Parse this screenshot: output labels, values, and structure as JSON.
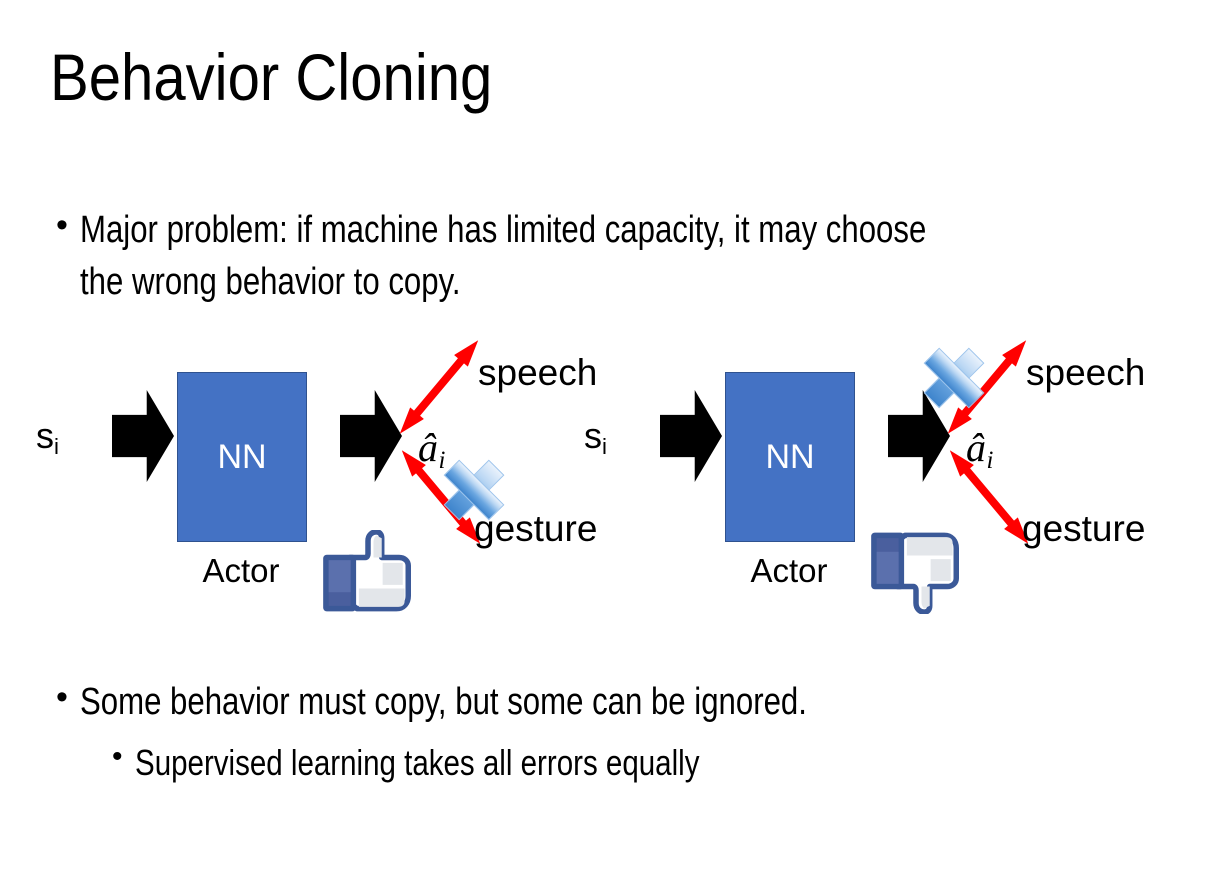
{
  "slide": {
    "title": "Behavior Cloning",
    "background_color": "#FFFFFF",
    "text_color": "#000000"
  },
  "bullets": {
    "top": {
      "marker": "•",
      "text": "Major problem: if machine has limited capacity, it may choose the wrong behavior to copy."
    },
    "bottom_level1": {
      "marker": "•",
      "text": "Some behavior must copy, but some can be ignored."
    },
    "bottom_level2": {
      "marker": "•",
      "text": "Supervised learning takes all errors equally"
    }
  },
  "diagrams": [
    {
      "id": "left",
      "caption_meaning": "correct-copy",
      "state_label": "s",
      "state_subscript": "i",
      "network_label": "NN",
      "network_color": "#4472C4",
      "network_caption": "Actor",
      "action_label": "â",
      "action_subscript": "i",
      "branches": [
        {
          "name": "speech",
          "label": "speech",
          "arrow_color": "#FF0000",
          "crossed_out": false
        },
        {
          "name": "gesture",
          "label": "gesture",
          "arrow_color": "#FF0000",
          "crossed_out": true
        }
      ],
      "feedback": "thumbs-up",
      "cross_color": "#6AA6E0"
    },
    {
      "id": "right",
      "caption_meaning": "wrong-copy",
      "state_label": "s",
      "state_subscript": "i",
      "network_label": "NN",
      "network_color": "#4472C4",
      "network_caption": "Actor",
      "action_label": "â",
      "action_subscript": "i",
      "branches": [
        {
          "name": "speech",
          "label": "speech",
          "arrow_color": "#FF0000",
          "crossed_out": true
        },
        {
          "name": "gesture",
          "label": "gesture",
          "arrow_color": "#FF0000",
          "crossed_out": false
        }
      ],
      "feedback": "thumbs-down",
      "cross_color": "#6AA6E0"
    }
  ],
  "icons": {
    "thumbs_up": "thumbs-up-icon",
    "thumbs_down": "thumbs-down-icon",
    "blue_cross": "blue-x-icon",
    "black_arrow": "block-arrow-right-icon",
    "red_double_arrow": "red-double-arrow-icon"
  }
}
